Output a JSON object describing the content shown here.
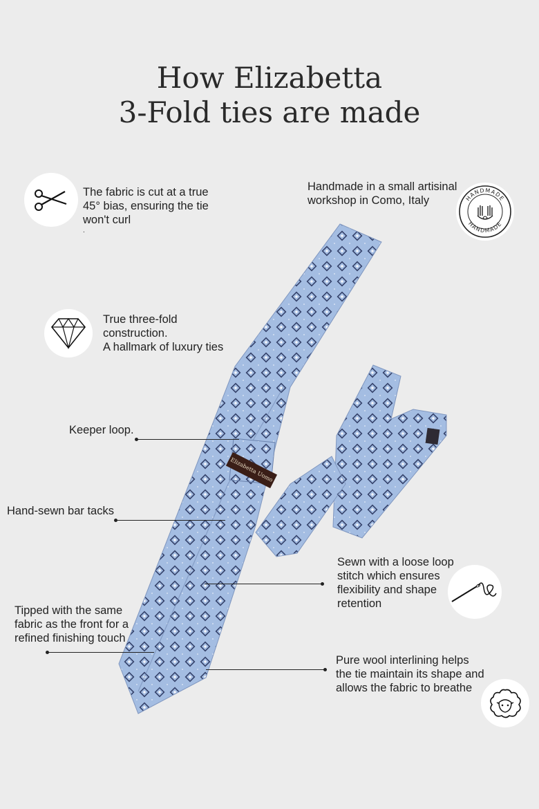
{
  "title": {
    "line1": "How Elizabetta",
    "line2": "3-Fold ties are made"
  },
  "features": {
    "bias_cut": {
      "line1": "The fabric is cut at a true",
      "line2": "45° bias, ensuring the tie",
      "line3": "won't curl",
      "line4": ".",
      "icon": "scissors-icon"
    },
    "handmade": {
      "line1": "Handmade in a small artisinal",
      "line2": "workshop in Como, Italy",
      "badge_text": "HANDMADE",
      "icon": "handmade-badge-icon"
    },
    "three_fold": {
      "line1": "True three-fold",
      "line2": "construction.",
      "line3": "A hallmark of luxury ties",
      "icon": "diamond-icon"
    },
    "keeper": {
      "line1": "Keeper loop."
    },
    "bar_tacks": {
      "line1": "Hand-sewn bar tacks"
    },
    "loose_loop": {
      "line1": "Sewn with a loose loop",
      "line2": "stitch which ensures",
      "line3": "flexibility and shape",
      "line4": "retention",
      "icon": "needle-thread-icon"
    },
    "tipped": {
      "line1": "Tipped with the same",
      "line2": "fabric as the front for a",
      "line3": "refined finishing touch"
    },
    "wool": {
      "line1": "Pure wool interlining helps",
      "line2": "the tie maintain its shape and",
      "line3": "allows the fabric to breathe",
      "icon": "sheep-icon"
    }
  },
  "tie": {
    "brand_label": "Elizabetta Uomo",
    "color": "#9fb9df",
    "pattern_color": "#3c4b78"
  }
}
